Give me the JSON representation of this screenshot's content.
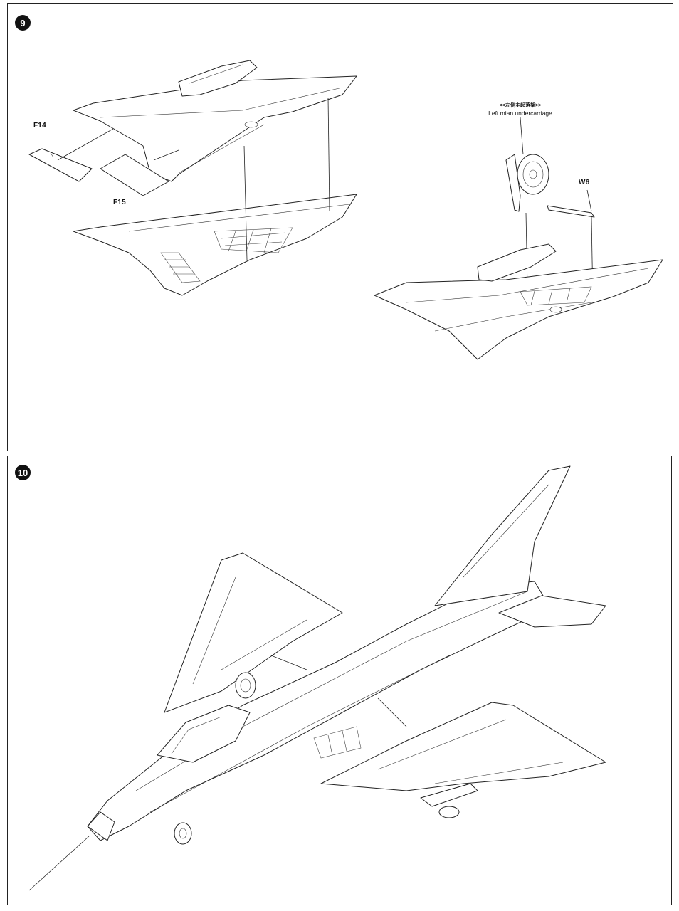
{
  "steps": {
    "step9": {
      "number": "9",
      "parts": {
        "f14": "F14",
        "f15": "F15",
        "w6": "W6"
      },
      "callout": {
        "cn": "<<左側主起落架>>",
        "en": "Left mian undercarriage"
      }
    },
    "step10": {
      "number": "10"
    }
  }
}
